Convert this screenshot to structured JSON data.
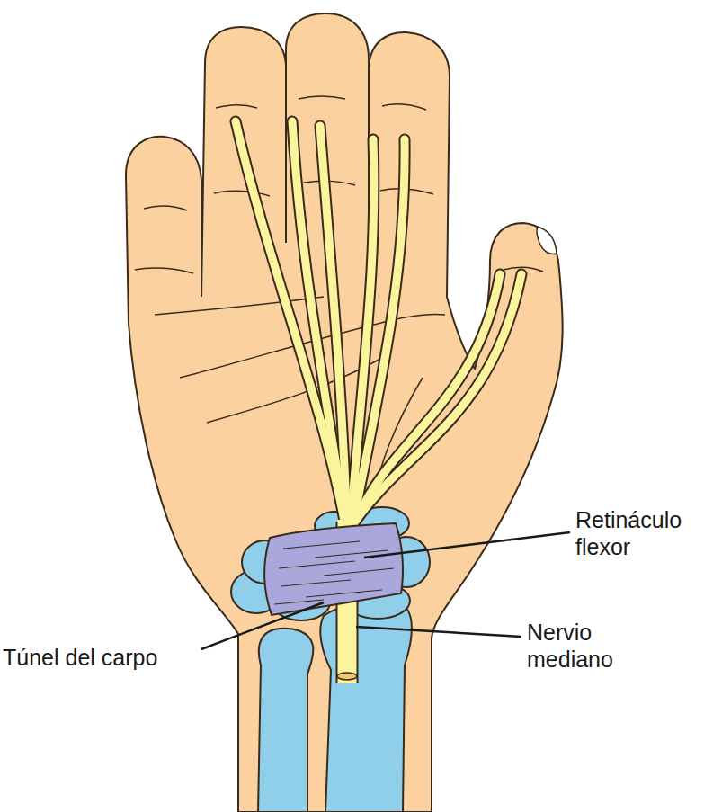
{
  "diagram": {
    "labels": [
      "Retináculo flexor",
      "Túnel del carpo",
      "Nervio mediano"
    ]
  }
}
